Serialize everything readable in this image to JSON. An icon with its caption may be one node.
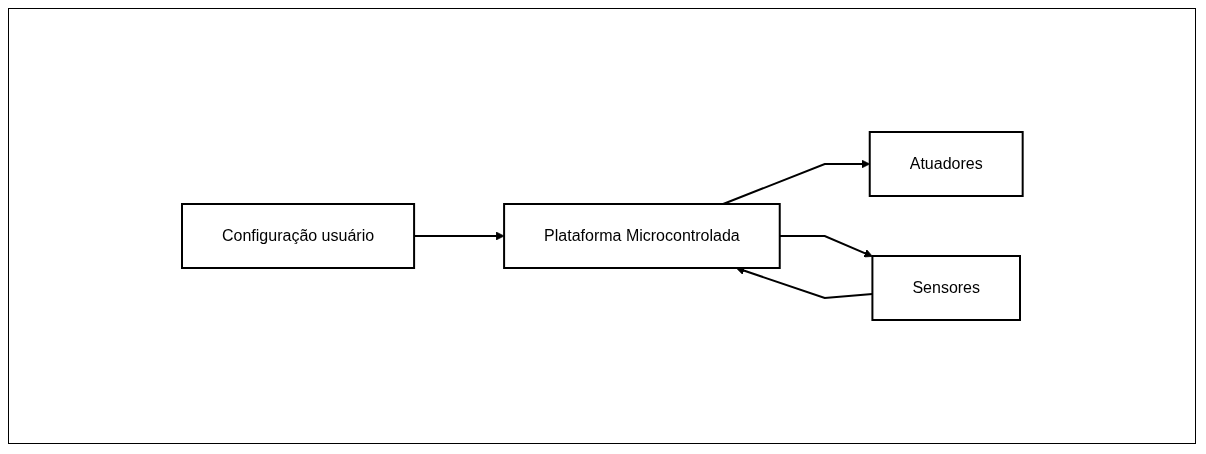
{
  "diagram": {
    "nodes": [
      {
        "text": [
          "Configuração usuário"
        ]
      },
      {
        "text": [
          "Plataforma Microcontrolada"
        ]
      },
      {
        "text": [
          "Atuadores"
        ]
      },
      {
        "text": [
          "Sensores"
        ]
      }
    ],
    "edges": [
      {
        "from": 0,
        "to": 1,
        "arrow": "to"
      },
      {
        "from": 1,
        "to": 2,
        "arrow": "to"
      },
      {
        "from": 1,
        "to": 3,
        "arrow": "to"
      },
      {
        "from": 3,
        "to": 1,
        "arrow": "to"
      }
    ]
  }
}
